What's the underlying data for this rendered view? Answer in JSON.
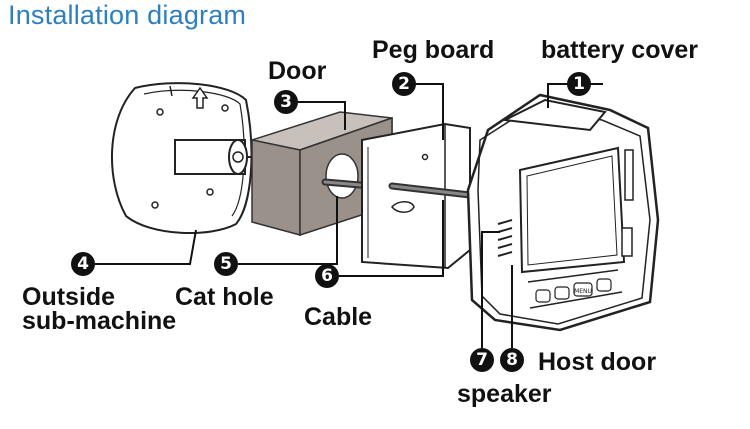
{
  "title": "Installation diagram",
  "callouts": [
    {
      "number": "1",
      "label": "battery cover"
    },
    {
      "number": "2",
      "label": "Peg board"
    },
    {
      "number": "3",
      "label": "Door"
    },
    {
      "number": "4",
      "label": "Outside sub-machine",
      "lines": [
        "Outside",
        "sub-machine"
      ]
    },
    {
      "number": "5",
      "label": "Cat hole"
    },
    {
      "number": "6",
      "label": "Cable"
    },
    {
      "number": "7",
      "label": "speaker"
    },
    {
      "number": "8",
      "label": "Host door"
    }
  ],
  "device_buttons": [
    "MENU"
  ],
  "colors": {
    "title": "#2e7fc0",
    "text": "#111111",
    "door": "#9a918b",
    "line": "#222222"
  }
}
